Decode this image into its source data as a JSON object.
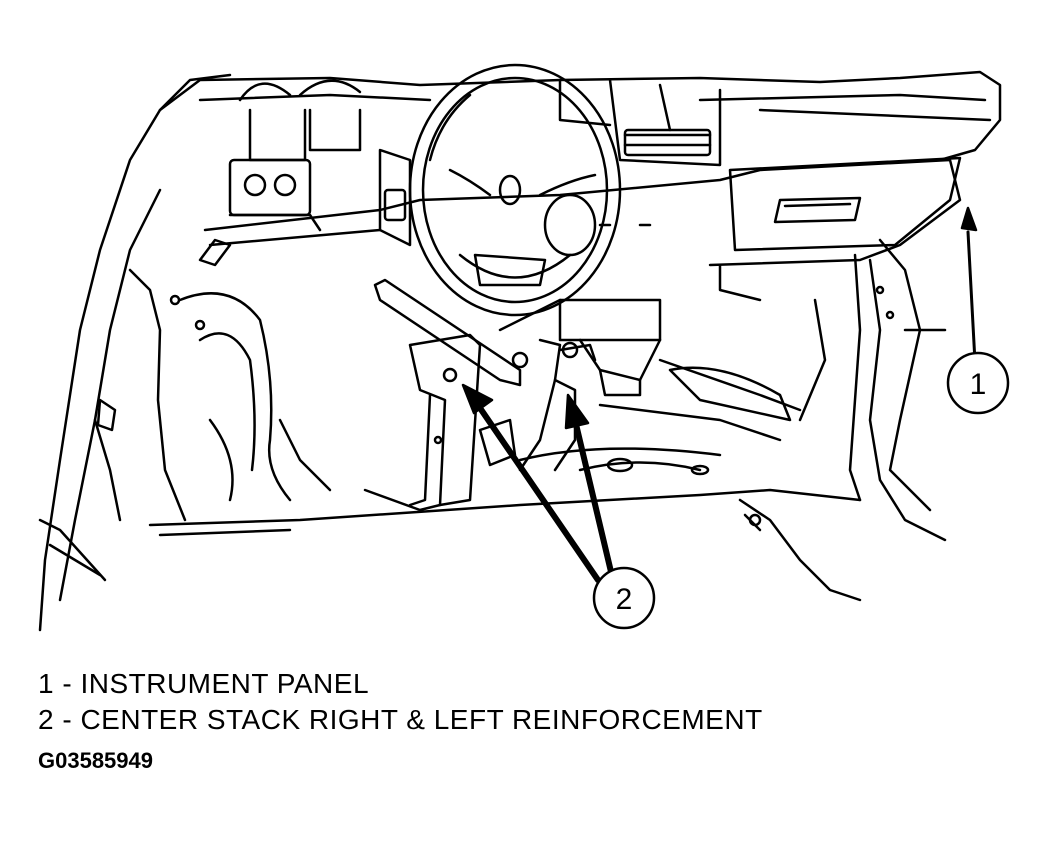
{
  "callouts": [
    {
      "number": "1"
    },
    {
      "number": "2"
    }
  ],
  "legend": [
    {
      "number": "1",
      "text": "1 - INSTRUMENT PANEL"
    },
    {
      "number": "2",
      "text": "2 - CENTER STACK RIGHT & LEFT REINFORCEMENT"
    }
  ],
  "figure_id": "G03585949"
}
